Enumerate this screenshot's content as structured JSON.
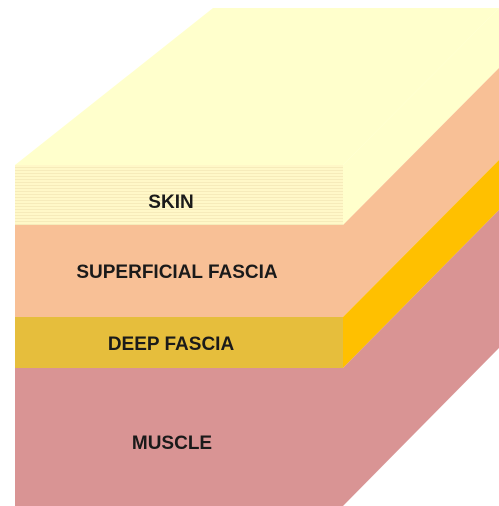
{
  "diagram": {
    "layers": [
      {
        "id": "skin",
        "label": "SKIN",
        "front_color": "#FFFFCC",
        "side_color": "#FFFFCC",
        "top_color": "#FFFFCC"
      },
      {
        "id": "superficial-fascia",
        "label": "SUPERFICIAL FASCIA",
        "front_color": "#F8C096",
        "side_color": "#F8C096"
      },
      {
        "id": "deep-fascia",
        "label": "DEEP FASCIA",
        "front_color": "#E6BE3C",
        "side_color": "#FFC000"
      },
      {
        "id": "muscle",
        "label": "MUSCLE",
        "front_color": "#D99494",
        "side_color": "#D99494"
      }
    ]
  }
}
